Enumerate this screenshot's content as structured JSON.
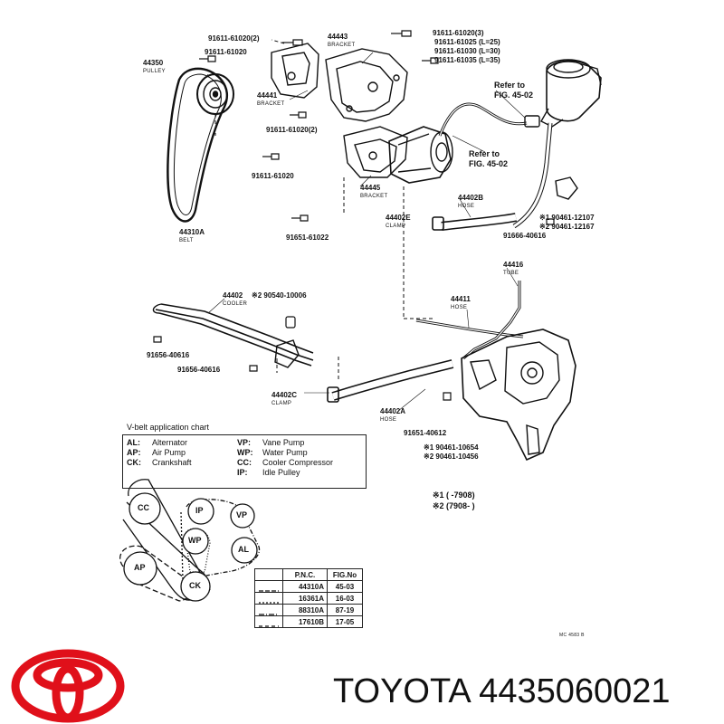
{
  "callouts": {
    "c_91611_61020_2_top": "91611-61020(2)",
    "c_91611_61020_top2": "91611-61020",
    "c_44350": "44350",
    "c_44350_sub": "PULLEY",
    "c_44443": "44443",
    "c_44443_sub": "BRACKET",
    "c_91611_61020_3": "91611-61020(3)",
    "c_91611_61025": "91611-61025 (L=25)",
    "c_91611_61030": "91611-61030 (L=30)",
    "c_91611_61035": "91611-61035 (L=35)",
    "c_refer1_a": "Refer to",
    "c_refer1_b": "FIG. 45-02",
    "c_44441": "44441",
    "c_44441_sub": "BRACKET",
    "c_91611_61020_2_mid": "91611-61020(2)",
    "c_refer2_a": "Refer to",
    "c_refer2_b": "FIG. 45-02",
    "c_91611_61020_mid": "91611-61020",
    "c_44445": "44445",
    "c_44445_sub": "BRACKET",
    "c_44402B": "44402B",
    "c_44402B_sub": "HOSE",
    "c_44402E": "44402E",
    "c_44402E_sub": "CLAMP",
    "c_90461_12107": "※1 90461-12107",
    "c_90461_12167": "※2 90461-12167",
    "c_44310A": "44310A",
    "c_44310A_sub": "BELT",
    "c_91651_61022": "91651-61022",
    "c_91666_40616": "91666-40616",
    "c_44416": "44416",
    "c_44416_sub": "TUBE",
    "c_44402_cooler": "44402",
    "c_44402_cooler_sub": "COOLER",
    "c_90540": "※2 90540-10006",
    "c_44411": "44411",
    "c_44411_sub": "HOSE",
    "c_91656_40616_a": "91656-40616",
    "c_91656_40616_b": "91656-40616",
    "c_44402C": "44402C",
    "c_44402C_sub": "CLAMP",
    "c_44402A": "44402A",
    "c_44402A_sub": "HOSE",
    "c_91651_40612": "91651-40612",
    "c_90461_10654": "※1 90461-10654",
    "c_90461_10456": "※2 90461-10456",
    "c_foot1": "※1 (      -7908)",
    "c_foot2": "※2 (7908-       )",
    "c_mc": "MC 4583 B"
  },
  "vbelt_chart": {
    "title": "V-belt application chart",
    "legend_left": [
      {
        "code": "AL:",
        "name": "Alternator"
      },
      {
        "code": "AP:",
        "name": "Air Pump"
      },
      {
        "code": "CK:",
        "name": "Crankshaft"
      }
    ],
    "legend_right": [
      {
        "code": "VP:",
        "name": "Vane Pump"
      },
      {
        "code": "WP:",
        "name": "Water Pump"
      },
      {
        "code": "CC:",
        "name": "Cooler Compressor"
      },
      {
        "code": "IP:",
        "name": "Idle Pulley"
      }
    ],
    "pulleys": {
      "cc": "CC",
      "ip": "IP",
      "vp": "VP",
      "wp": "WP",
      "al": "AL",
      "ap": "AP",
      "ck": "CK"
    },
    "table_headers": {
      "pnc": "P.N.C.",
      "fig": "FIG.No"
    },
    "table_rows": [
      {
        "pnc": "44310A",
        "fig": "45-03"
      },
      {
        "pnc": "16361A",
        "fig": "16-03"
      },
      {
        "pnc": "88310A",
        "fig": "87-19"
      },
      {
        "pnc": "17610B",
        "fig": "17-05"
      }
    ]
  },
  "brand": {
    "text": "TOYOTA 4435060021",
    "logo_color": "#e0101a"
  }
}
